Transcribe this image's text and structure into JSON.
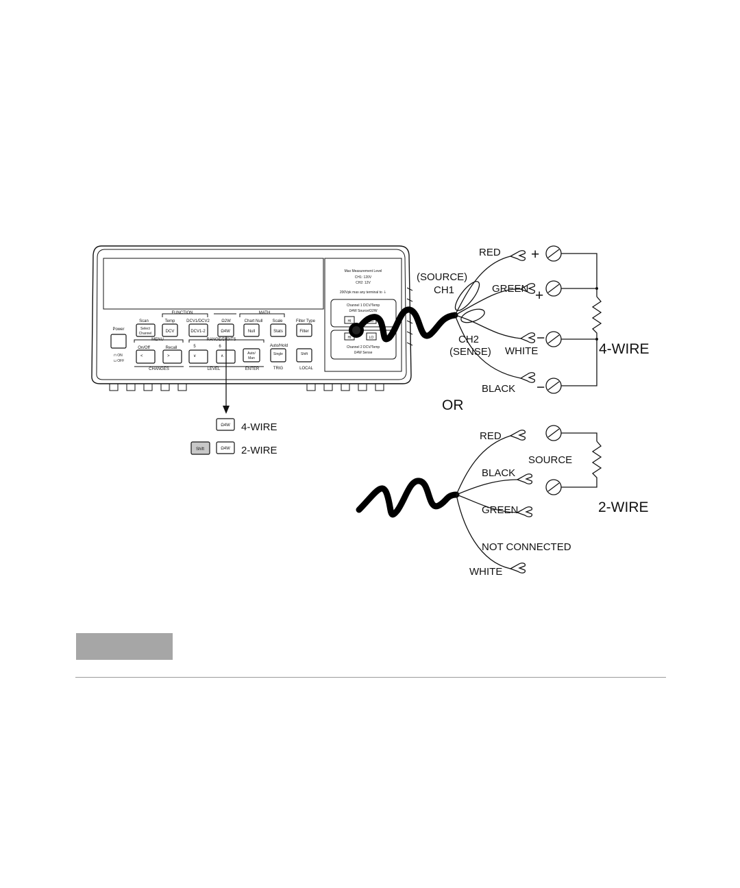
{
  "diagram": {
    "four_wire": {
      "wire_labels": {
        "red": "RED",
        "green": "GREEN",
        "white": "WHITE",
        "black": "BLACK"
      },
      "polarity": {
        "plus": "+",
        "minus": "−"
      },
      "source_label": "(SOURCE)",
      "ch1_label": "CH1",
      "ch2_label": "CH2",
      "sense_label": "(SENSE)",
      "mode_label": "4-WIRE"
    },
    "or_label": "OR",
    "key_legend": {
      "four_wire_text": "4-WIRE",
      "two_wire_text": "2-WIRE",
      "key_cap": "Ω4W",
      "shift_cap": "Shift"
    },
    "two_wire": {
      "wire_labels": {
        "red": "RED",
        "black": "BLACK",
        "green": "GREEN",
        "white": "WHITE"
      },
      "source_label": "SOURCE",
      "not_connected_label": "NOT CONNECTED",
      "mode_label": "2-WIRE"
    },
    "instrument": {
      "label_sections": {
        "function": "FUNCTION",
        "math": "MATH",
        "menu": "MENU",
        "range_digits": "RANGE/DIGITS",
        "changes": "CHANGES",
        "level": "LEVEL",
        "enter": "ENTER",
        "trig": "TRIG",
        "local": "LOCAL"
      },
      "power_button": "Power",
      "on_off": "ON\nOFF",
      "key_labels": [
        "Scan",
        "Temp",
        "DCV1/DCV2",
        "Ω2W",
        "Chart Null",
        "Scale",
        "Filter Type",
        "On/Off",
        "Recall",
        "5",
        "6",
        "Auto/Hold"
      ],
      "key_caps": [
        "Select Channel",
        "DCV",
        "DCV1-2",
        "Ω4W",
        "Null",
        "Stats",
        "Filter",
        "<",
        ">",
        "∨",
        "∧",
        "Auto/Man",
        "Single",
        "Shift"
      ],
      "info_panel": {
        "line1": "Max Measurement Level",
        "line2": "CH1: 120V",
        "line3": "CH2: 12V",
        "line4": "200Vpk max any terminal to ⏚"
      },
      "channel1": {
        "title": "Channel 1 DCV/Temp",
        "subtitle": "Ω4W Source/Ω2W",
        "hi": "HI",
        "lo": "LO"
      },
      "channel2": {
        "title": "Channel 2 DCV/Temp",
        "subtitle": "Ω4W Sense",
        "hi": "HI",
        "lo": "LO"
      }
    }
  }
}
